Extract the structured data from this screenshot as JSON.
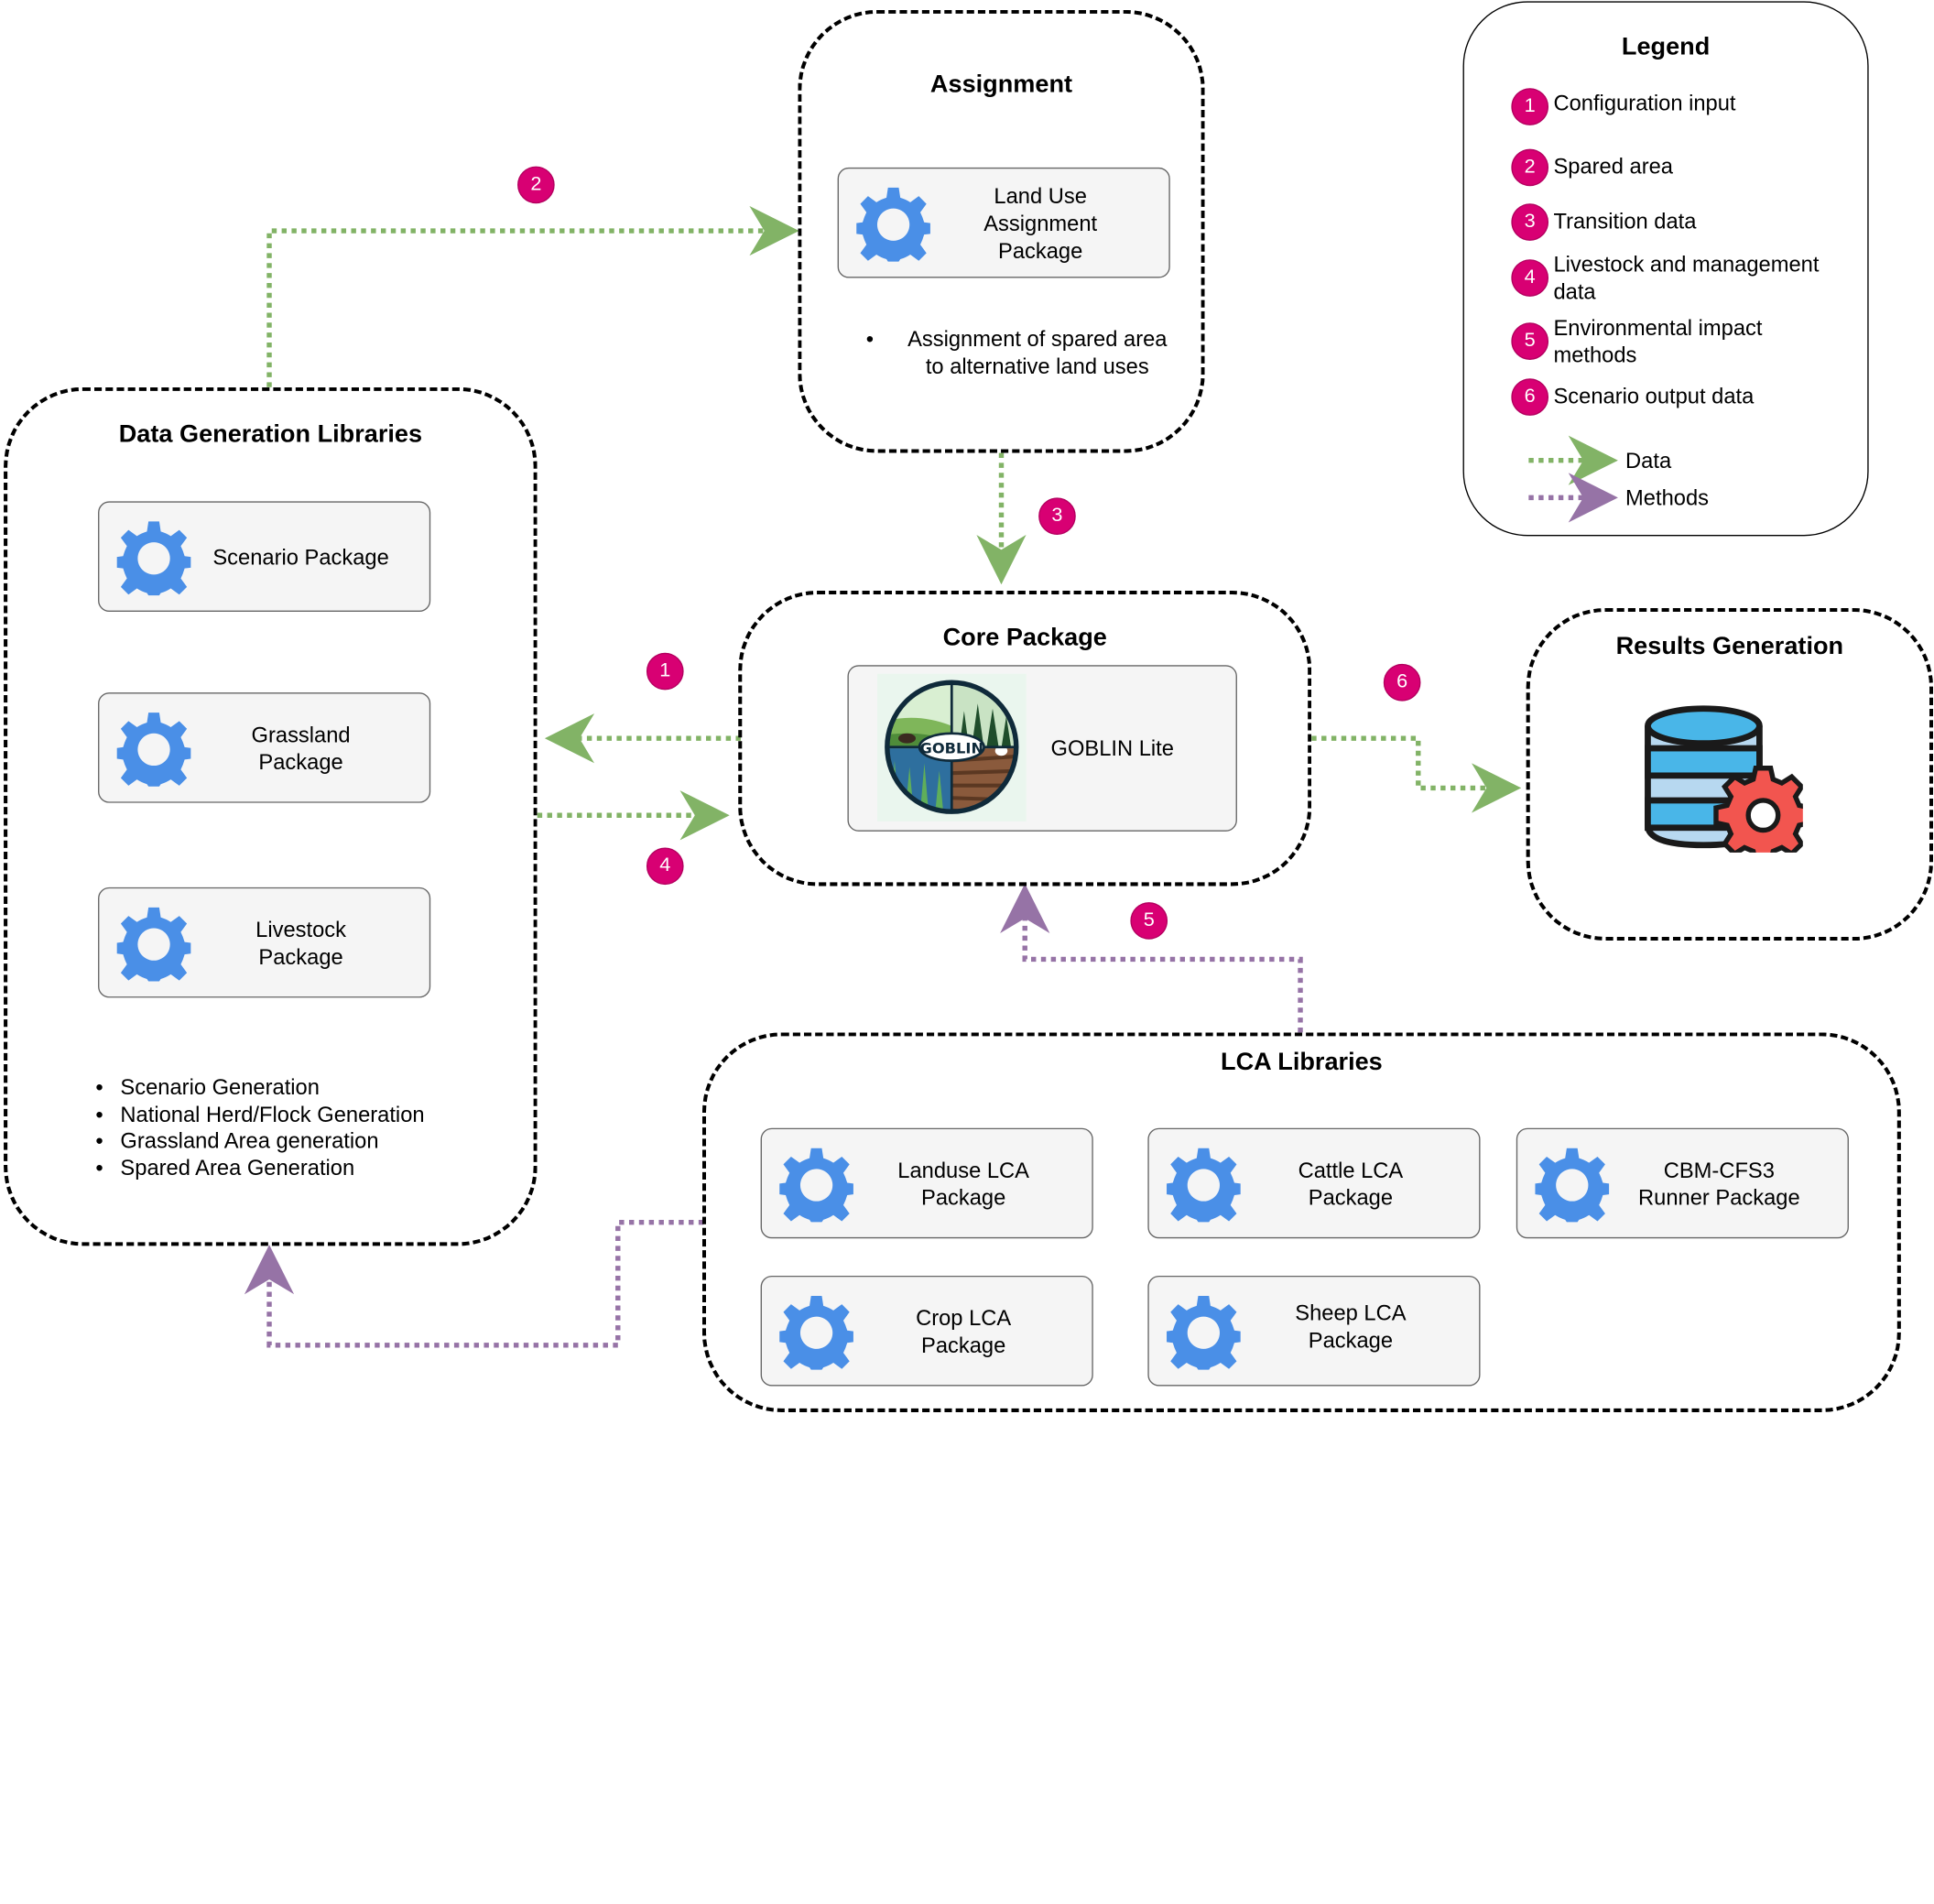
{
  "groups": {
    "data_generation": {
      "title": "Data Generation Libraries",
      "packages": [
        "Scenario Package",
        "Grassland\nPackage",
        "Livestock\nPackage"
      ],
      "bullets": [
        "Scenario Generation",
        "National Herd/Flock Generation",
        "Grassland Area generation",
        "Spared Area Generation"
      ]
    },
    "assignment": {
      "title": "Assignment",
      "package": "Land Use\nAssignment\nPackage",
      "bullet": "Assignment of spared area to alternative land uses"
    },
    "core": {
      "title": "Core Package",
      "package": "GOBLIN Lite",
      "logo_text": "GOBLIN"
    },
    "results": {
      "title": "Results Generation",
      "icon": "database-gear-icon"
    },
    "lca": {
      "title": "LCA Libraries",
      "packages": [
        "Landuse LCA\nPackage",
        "Cattle LCA\nPackage",
        "CBM-CFS3\nRunner Package",
        "Crop LCA\nPackage",
        "Sheep LCA\nPackage"
      ]
    }
  },
  "flow_badges": [
    "1",
    "2",
    "3",
    "4",
    "5",
    "6"
  ],
  "legend": {
    "title": "Legend",
    "items": [
      {
        "num": "1",
        "label": "Configuration input"
      },
      {
        "num": "2",
        "label": "Spared area"
      },
      {
        "num": "3",
        "label": "Transition data"
      },
      {
        "num": "4",
        "label": "Livestock and management data"
      },
      {
        "num": "5",
        "label": "Environmental impact methods"
      },
      {
        "num": "6",
        "label": "Scenario output data"
      }
    ],
    "data_label": "Data",
    "methods_label": "Methods"
  },
  "colors": {
    "data_arrow": "#82b366",
    "methods_arrow": "#9673a6",
    "badge": "#d80073",
    "gear": "#4a8fe7",
    "package_fill": "#f5f5f5"
  }
}
